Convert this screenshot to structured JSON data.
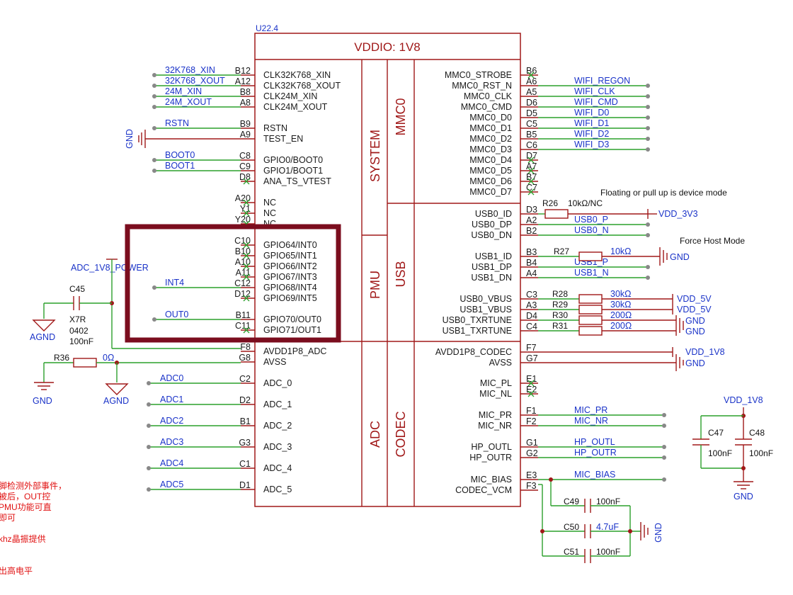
{
  "chip": {
    "designator": "U22.4",
    "title": "VDDIO: 1V8",
    "sections": [
      "SYSTEM",
      "MMC0",
      "PMU",
      "USB",
      "ADC",
      "CODEC"
    ]
  },
  "left_pins": [
    {
      "num": "B12",
      "name": "CLK32K768_XIN",
      "net": "32K768_XIN"
    },
    {
      "num": "A12",
      "name": "CLK32K768_XOUT",
      "net": "32K768_XOUT"
    },
    {
      "num": "B8",
      "name": "CLK24M_XIN",
      "net": "24M_XIN"
    },
    {
      "num": "A8",
      "name": "CLK24M_XOUT",
      "net": "24M_XOUT"
    },
    {
      "num": "B9",
      "name": "RSTN",
      "net": "RSTN"
    },
    {
      "num": "A9",
      "name": "TEST_EN",
      "net": ""
    },
    {
      "num": "C8",
      "name": "GPIO0/BOOT0",
      "net": "BOOT0"
    },
    {
      "num": "C9",
      "name": "GPIO1/BOOT1",
      "net": "BOOT1"
    },
    {
      "num": "D8",
      "name": "ANA_TS_VTEST",
      "net": ""
    },
    {
      "num": "A20",
      "name": "NC",
      "net": ""
    },
    {
      "num": "Y1",
      "name": "NC",
      "net": ""
    },
    {
      "num": "Y20",
      "name": "NC",
      "net": ""
    },
    {
      "num": "C10",
      "name": "GPIO64/INT0",
      "net": ""
    },
    {
      "num": "B10",
      "name": "GPIO65/INT1",
      "net": ""
    },
    {
      "num": "A10",
      "name": "GPIO66/INT2",
      "net": ""
    },
    {
      "num": "A11",
      "name": "GPIO67/INT3",
      "net": ""
    },
    {
      "num": "C12",
      "name": "GPIO68/INT4",
      "net": "INT4"
    },
    {
      "num": "D12",
      "name": "GPIO69/INT5",
      "net": ""
    },
    {
      "num": "B11",
      "name": "GPIO70/OUT0",
      "net": "OUT0"
    },
    {
      "num": "C11",
      "name": "GPIO71/OUT1",
      "net": ""
    },
    {
      "num": "F8",
      "name": "AVDD1P8_ADC",
      "net": ""
    },
    {
      "num": "G8",
      "name": "AVSS",
      "net": ""
    },
    {
      "num": "C2",
      "name": "ADC_0",
      "net": "ADC0"
    },
    {
      "num": "D2",
      "name": "ADC_1",
      "net": "ADC1"
    },
    {
      "num": "B1",
      "name": "ADC_2",
      "net": "ADC2"
    },
    {
      "num": "G3",
      "name": "ADC_3",
      "net": "ADC3"
    },
    {
      "num": "C1",
      "name": "ADC_4",
      "net": "ADC4"
    },
    {
      "num": "D1",
      "name": "ADC_5",
      "net": "ADC5"
    }
  ],
  "right_pins": [
    {
      "num": "B6",
      "name": "MMC0_STROBE",
      "net": ""
    },
    {
      "num": "A6",
      "name": "MMC0_RST_N",
      "net": "WIFI_REGON"
    },
    {
      "num": "A5",
      "name": "MMC0_CLK",
      "net": "WIFI_CLK"
    },
    {
      "num": "D6",
      "name": "MMC0_CMD",
      "net": "WIFI_CMD"
    },
    {
      "num": "D5",
      "name": "MMC0_D0",
      "net": "WIFI_D0"
    },
    {
      "num": "C5",
      "name": "MMC0_D1",
      "net": "WIFI_D1"
    },
    {
      "num": "B5",
      "name": "MMC0_D2",
      "net": "WIFI_D2"
    },
    {
      "num": "C6",
      "name": "MMC0_D3",
      "net": "WIFI_D3"
    },
    {
      "num": "D7",
      "name": "MMC0_D4",
      "net": ""
    },
    {
      "num": "A7",
      "name": "MMC0_D5",
      "net": ""
    },
    {
      "num": "B7",
      "name": "MMC0_D6",
      "net": ""
    },
    {
      "num": "C7",
      "name": "MMC0_D7",
      "net": ""
    },
    {
      "num": "D3",
      "name": "USB0_ID",
      "net": ""
    },
    {
      "num": "A2",
      "name": "USB0_DP",
      "net": "USB0_P"
    },
    {
      "num": "B2",
      "name": "USB0_DN",
      "net": "USB0_N"
    },
    {
      "num": "B3",
      "name": "USB1_ID",
      "net": ""
    },
    {
      "num": "B4",
      "name": "USB1_DP",
      "net": "USB1_P"
    },
    {
      "num": "A4",
      "name": "USB1_DN",
      "net": "USB1_N"
    },
    {
      "num": "C3",
      "name": "USB0_VBUS",
      "net": ""
    },
    {
      "num": "A3",
      "name": "USB1_VBUS",
      "net": ""
    },
    {
      "num": "D4",
      "name": "USB0_TXRTUNE",
      "net": ""
    },
    {
      "num": "C4",
      "name": "USB1_TXRTUNE",
      "net": ""
    },
    {
      "num": "F7",
      "name": "AVDD1P8_CODEC",
      "net": ""
    },
    {
      "num": "G7",
      "name": "AVSS",
      "net": ""
    },
    {
      "num": "E1",
      "name": "MIC_PL",
      "net": ""
    },
    {
      "num": "E2",
      "name": "MIC_NL",
      "net": ""
    },
    {
      "num": "F1",
      "name": "MIC_PR",
      "net": "MIC_PR"
    },
    {
      "num": "F2",
      "name": "MIC_NR",
      "net": "MIC_NR"
    },
    {
      "num": "G1",
      "name": "HP_OUTL",
      "net": "HP_OUTL"
    },
    {
      "num": "G2",
      "name": "HP_OUTR",
      "net": "HP_OUTR"
    },
    {
      "num": "E3",
      "name": "MIC_BIAS",
      "net": "MIC_BIAS"
    },
    {
      "num": "F3",
      "name": "CODEC_VCM",
      "net": ""
    }
  ],
  "components": {
    "r26": {
      "ref": "R26",
      "value": "10kΩ/NC",
      "net": "VDD_3V3"
    },
    "r27": {
      "ref": "R27",
      "value": "10kΩ",
      "net": "GND"
    },
    "r28": {
      "ref": "R28",
      "value": "30kΩ",
      "net": "VDD_5V"
    },
    "r29": {
      "ref": "R29",
      "value": "30kΩ",
      "net": "VDD_5V"
    },
    "r30": {
      "ref": "R30",
      "value": "200Ω",
      "net": "GND"
    },
    "r31": {
      "ref": "R31",
      "value": "200Ω",
      "net": "GND"
    },
    "r36": {
      "ref": "R36",
      "value": "0Ω"
    },
    "c45": {
      "ref": "C45",
      "dielectric": "X7R",
      "package": "0402",
      "value": "100nF"
    },
    "c47": {
      "ref": "C47",
      "value": "100nF"
    },
    "c48": {
      "ref": "C48",
      "value": "100nF"
    },
    "c49": {
      "ref": "C49",
      "value": "100nF"
    },
    "c50": {
      "ref": "C50",
      "value": "4.7uF"
    },
    "c51": {
      "ref": "C51",
      "value": "100nF"
    }
  },
  "nets": {
    "adc_power": "ADC_1V8_POWER",
    "agnd": "AGND",
    "gnd": "GND",
    "vdd_1v8": "VDD_1V8",
    "vdd_3v3": "VDD_3V3",
    "vdd_5v": "VDD_5V"
  },
  "notes": {
    "device_mode": "Floating or pull up is device mode",
    "host_mode": "Force Host Mode",
    "cn_1": "脚检测外部事件，",
    "cn_2": "被后，OUT控",
    "cn_3": "PMU功能可直",
    "cn_4": "即可",
    "cn_5": "khz晶振提供",
    "cn_6": "出高电平"
  },
  "colors": {
    "symbol": "#a01818",
    "wire": "#2ca02c",
    "net_label": "#1a33c8",
    "highlight": "#7b0d1e",
    "note": "#e01010"
  }
}
